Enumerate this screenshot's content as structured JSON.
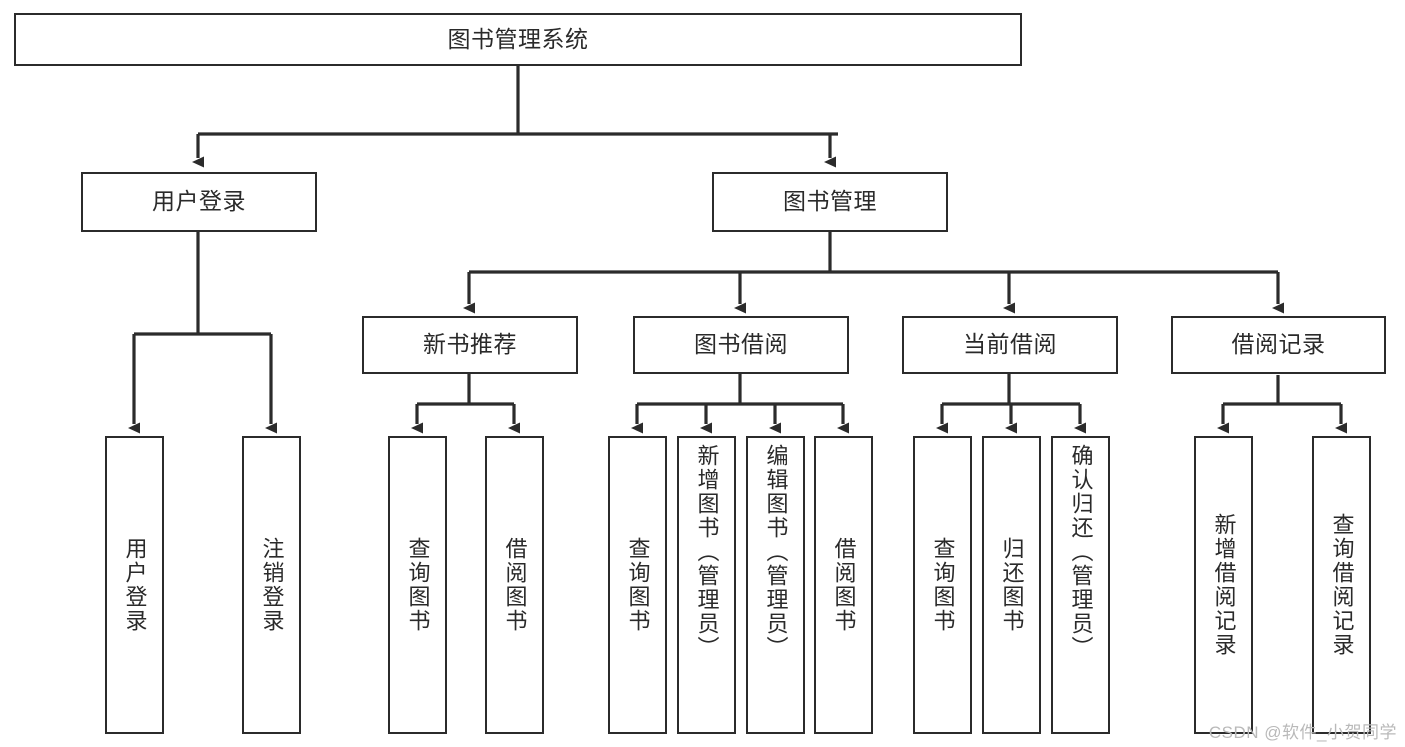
{
  "diagram": {
    "title": "图书管理系统",
    "type": "hierarchy-tree",
    "stroke_color": "#2b2b2b",
    "text_color": "#2a2a2a",
    "background": "#ffffff",
    "root": {
      "id": "root",
      "label": "图书管理系统",
      "orientation": "horizontal"
    },
    "level2": [
      {
        "id": "user-login",
        "label": "用户登录",
        "orientation": "horizontal"
      },
      {
        "id": "book-manage",
        "label": "图书管理",
        "orientation": "horizontal"
      }
    ],
    "level3": [
      {
        "id": "new-book-recommend",
        "label": "新书推荐",
        "orientation": "horizontal",
        "parent": "book-manage"
      },
      {
        "id": "book-borrow",
        "label": "图书借阅",
        "orientation": "horizontal",
        "parent": "book-manage"
      },
      {
        "id": "current-borrow",
        "label": "当前借阅",
        "orientation": "horizontal",
        "parent": "book-manage"
      },
      {
        "id": "borrow-record",
        "label": "借阅记录",
        "orientation": "horizontal",
        "parent": "book-manage"
      }
    ],
    "leaves": [
      {
        "id": "leaf-user-login",
        "label": "用户登录",
        "orientation": "vertical",
        "parent": "user-login"
      },
      {
        "id": "leaf-logout",
        "label": "注销登录",
        "orientation": "vertical",
        "parent": "user-login"
      },
      {
        "id": "leaf-query-book-1",
        "label": "查询图书",
        "orientation": "vertical",
        "parent": "new-book-recommend"
      },
      {
        "id": "leaf-borrow-book-1",
        "label": "借阅图书",
        "orientation": "vertical",
        "parent": "new-book-recommend"
      },
      {
        "id": "leaf-query-book-2",
        "label": "查询图书",
        "orientation": "vertical",
        "parent": "book-borrow"
      },
      {
        "id": "leaf-add-book",
        "label": "新增图书（管理员）",
        "orientation": "vertical",
        "parent": "book-borrow"
      },
      {
        "id": "leaf-edit-book",
        "label": "编辑图书（管理员）",
        "orientation": "vertical",
        "parent": "book-borrow"
      },
      {
        "id": "leaf-borrow-book-2",
        "label": "借阅图书",
        "orientation": "vertical",
        "parent": "book-borrow"
      },
      {
        "id": "leaf-query-book-3",
        "label": "查询图书",
        "orientation": "vertical",
        "parent": "current-borrow"
      },
      {
        "id": "leaf-return-book",
        "label": "归还图书",
        "orientation": "vertical",
        "parent": "current-borrow"
      },
      {
        "id": "leaf-confirm-return",
        "label": "确认归还（管理员）",
        "orientation": "vertical",
        "parent": "current-borrow"
      },
      {
        "id": "leaf-add-record",
        "label": "新增借阅记录",
        "orientation": "vertical",
        "parent": "borrow-record"
      },
      {
        "id": "leaf-query-record",
        "label": "查询借阅记录",
        "orientation": "vertical",
        "parent": "borrow-record"
      }
    ]
  },
  "watermark": {
    "text": "CSDN @软件_小贺同学"
  }
}
